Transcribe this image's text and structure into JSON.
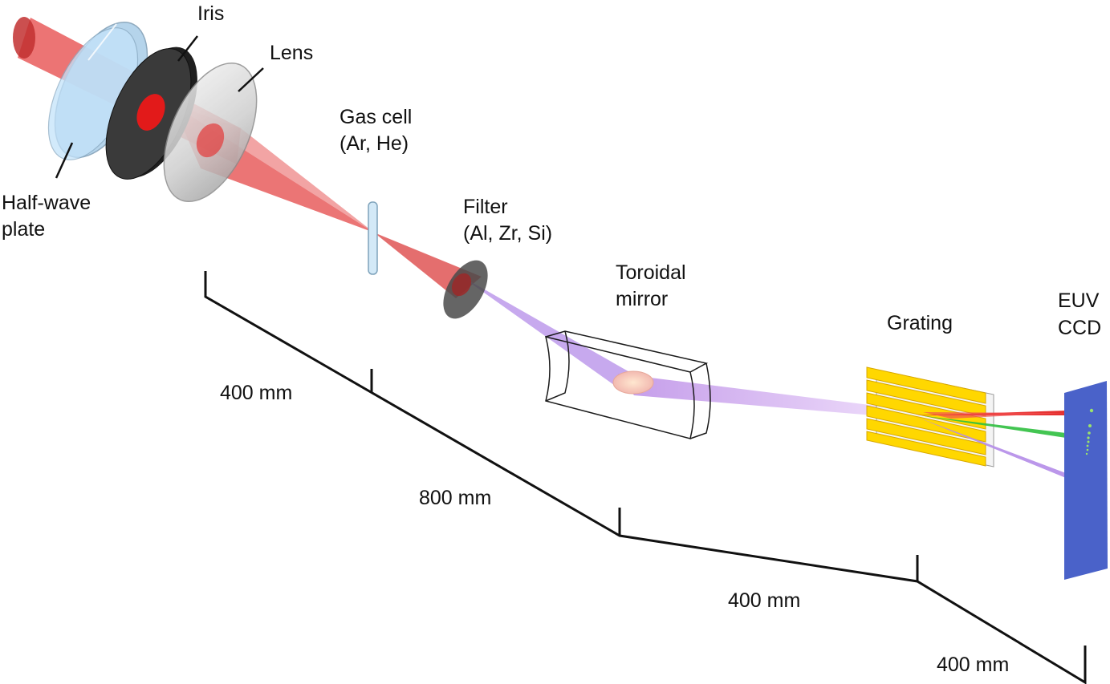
{
  "labels": {
    "iris": "Iris",
    "lens": "Lens",
    "half_wave_plate_line1": "Half-wave",
    "half_wave_plate_line2": "plate",
    "gas_cell_line1": "Gas cell",
    "gas_cell_line2": "(Ar, He)",
    "filter_line1": "Filter",
    "filter_line2": "(Al, Zr, Si)",
    "toroidal_mirror_line1": "Toroidal",
    "toroidal_mirror_line2": "mirror",
    "grating": "Grating",
    "euv_ccd_line1": "EUV",
    "euv_ccd_line2": "CCD"
  },
  "distances": {
    "seg1": "400 mm",
    "seg2": "800 mm",
    "seg3": "400 mm",
    "seg4": "400 mm"
  },
  "colors": {
    "laser_beam": "#e23b3b",
    "euv_beam": "#c9a6f2",
    "half_wave_plate": "#aed6f5",
    "iris": "#2b2b2b",
    "lens": "#d8d8d8",
    "filter": "#555555",
    "grating": "#ffd700",
    "ccd": "#4a62c9",
    "order_red": "#e21a1a",
    "order_green": "#2fbf3f",
    "order_purple": "#b48ce8"
  }
}
